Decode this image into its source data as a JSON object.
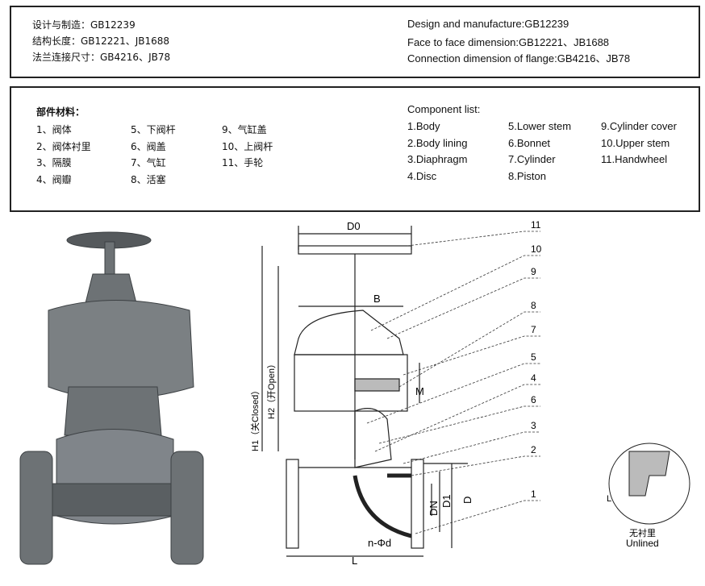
{
  "standards": {
    "cn": [
      "设计与制造：GB12239",
      "结构长度：GB12221、JB1688",
      "法兰连接尺寸：GB4216、JB78"
    ],
    "en": [
      "Design and manufacture:GB12239",
      "Face to face dimension:GB12221、JB1688",
      "Connection dimension of flange:GB4216、JB78"
    ]
  },
  "components": {
    "cn_title": "部件材料：",
    "cn": [
      "1、阀体",
      "2、阀体衬里",
      "3、隔膜",
      "4、阀瓣",
      "5、下阀杆",
      "6、阀盖",
      "7、气缸",
      "8、活塞",
      "9、气缸盖",
      "10、上阀杆",
      "11、手轮"
    ],
    "en_title": "Component list:",
    "en": [
      "1.Body",
      "2.Body lining",
      "3.Diaphragm",
      "4.Disc",
      "5.Lower stem",
      "6.Bonnet",
      "7.Cylinder",
      "8.Piston",
      "9.Cylinder cover",
      "10.Upper stem",
      "11.Handwheel"
    ]
  },
  "diagram": {
    "D0": "D0",
    "B": "B",
    "M": "M",
    "H1": "H1（关Closed）",
    "H2": "H2（开Open）",
    "DN": "DN",
    "D1": "D1",
    "D": "D",
    "nd": "n-Φd",
    "L": "L",
    "callouts": [
      "11",
      "10",
      "9",
      "8",
      "7",
      "5",
      "4",
      "6",
      "3",
      "2",
      "1"
    ]
  },
  "detail": {
    "L": "L",
    "cn": "无衬里",
    "en": "Unlined"
  }
}
